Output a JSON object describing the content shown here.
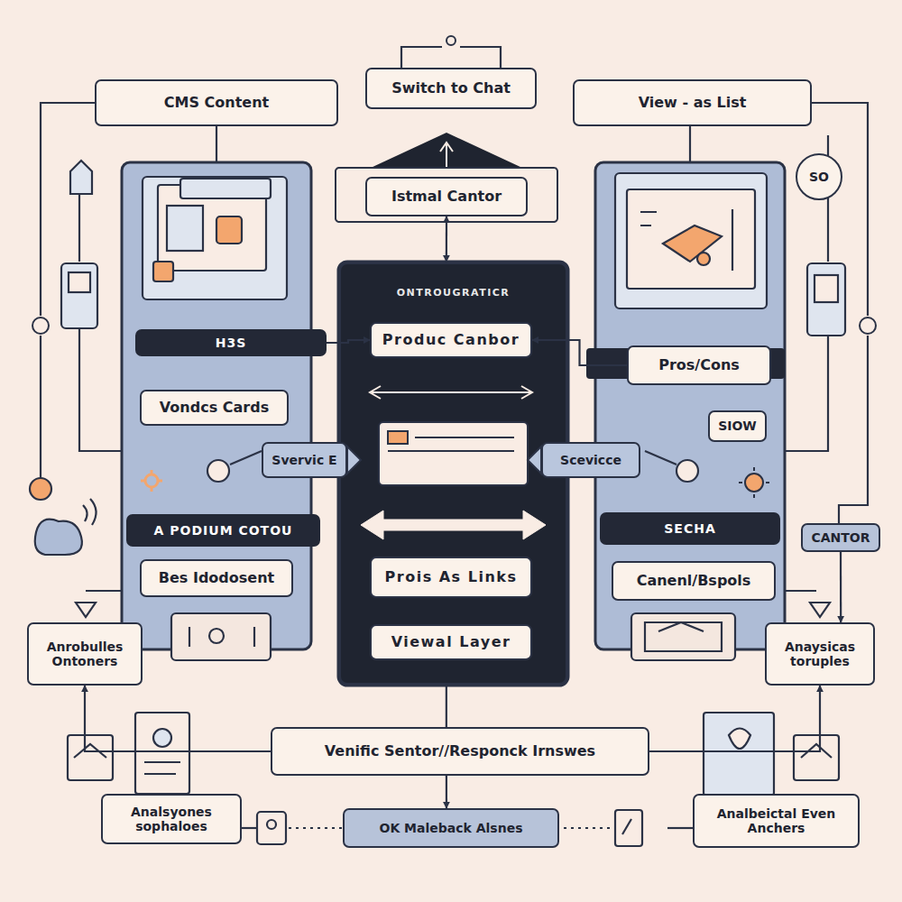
{
  "diagram": {
    "nodes": [
      {
        "text": [
          "CMS Content"
        ]
      },
      {
        "text": [
          "Switch to Chat"
        ]
      },
      {
        "text": [
          "View - as List"
        ]
      },
      {
        "text": [
          "SO"
        ]
      },
      {
        "text": [
          "Istmal Cantor"
        ]
      },
      {
        "text": [
          "ONTROUGRATICR"
        ]
      },
      {
        "text": [
          "H3S"
        ]
      },
      {
        "text": [
          "Produc Canbor"
        ],
        "in": 5
      },
      {
        "text": [
          "Pros/Cons"
        ]
      },
      {
        "text": [
          "Vondcs Cards"
        ]
      },
      {
        "text": [
          "SIOW"
        ]
      },
      {
        "text": [
          "Svervic E"
        ]
      },
      {
        "text": [
          "Scevicce"
        ]
      },
      {
        "text": [
          "A PODIUM COTOU"
        ]
      },
      {
        "text": [
          "SECHA"
        ]
      },
      {
        "text": [
          "CANTOR"
        ]
      },
      {
        "text": [
          "Bes Idodosent"
        ]
      },
      {
        "text": [
          "Prois As Links"
        ],
        "in": 5
      },
      {
        "text": [
          "Canenl/Bspols"
        ]
      },
      {
        "text": [
          "Viewal Layer"
        ],
        "in": 5
      },
      {
        "text": [
          "Anrobulles Ontoners"
        ]
      },
      {
        "text": [
          "Anaysicas toruples"
        ]
      },
      {
        "text": [
          "Venific Sentor//Responck Irnswes"
        ]
      },
      {
        "text": [
          "Analsyones sophaloes"
        ]
      },
      {
        "text": [
          "OK Maleback Alsnes"
        ]
      },
      {
        "text": [
          "Analbeictal Even Anchers"
        ]
      }
    ],
    "edges": [
      {
        "from": 4,
        "to": 5,
        "arrow": "both"
      },
      {
        "from": 6,
        "to": 7,
        "arrow": "to"
      },
      {
        "from": 8,
        "to": 7,
        "arrow": "to"
      },
      {
        "from": 5,
        "to": 22,
        "arrow": "none"
      },
      {
        "from": 22,
        "to": 24,
        "arrow": "to"
      },
      {
        "from": 15,
        "to": 21,
        "arrow": "to"
      },
      {
        "from": 22,
        "to": 20,
        "arrow": "to"
      },
      {
        "from": 22,
        "to": 21,
        "arrow": "to"
      }
    ]
  }
}
